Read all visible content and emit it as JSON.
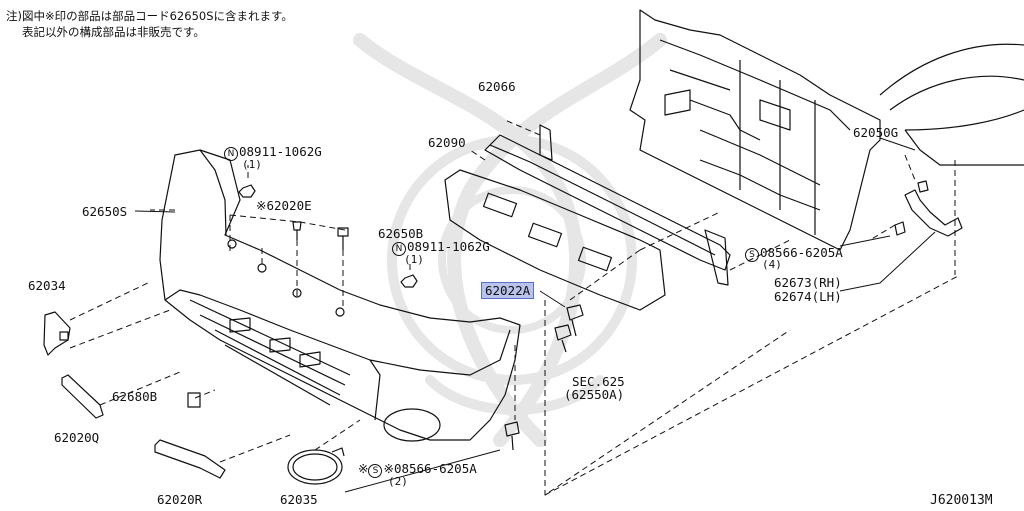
{
  "notes": {
    "line1": "注)図中※印の部品は部品コード62650Sに含まれます。",
    "line2": "表記以外の構成部品は非販売です。"
  },
  "labels": {
    "p62066": "62066",
    "p62090": "62090",
    "p62650S": "62650S",
    "n08911_a": "08911-1062G",
    "n08911_a_qty": "(1)",
    "n08911_b": "08911-1062G",
    "n08911_b_qty": "(1)",
    "p62020E": "※62020E",
    "p62650B": "62650B",
    "p62034": "62034",
    "p62022A": "62022A",
    "p62050G": "62050G",
    "s08566_a": "08566-6205A",
    "s08566_a_qty": "(4)",
    "p62673": "62673(RH)",
    "p62674": "62674(LH)",
    "sec625": "SEC.625",
    "sec625_ref": "(62550A)",
    "p62680B": "62680B",
    "p62020Q": "62020Q",
    "s08566_b": "※08566-6205A",
    "s08566_b_qty": "(2)",
    "p62020R": "62020R",
    "p62035": "62035",
    "diagram_id": "J620013M"
  },
  "symbols": {
    "N": "N",
    "S": "S"
  },
  "colors": {
    "highlight_fill": "#b9c3ec",
    "highlight_border": "#5b6fc9",
    "line": "#111111",
    "watermark": "#e9e9e9"
  }
}
